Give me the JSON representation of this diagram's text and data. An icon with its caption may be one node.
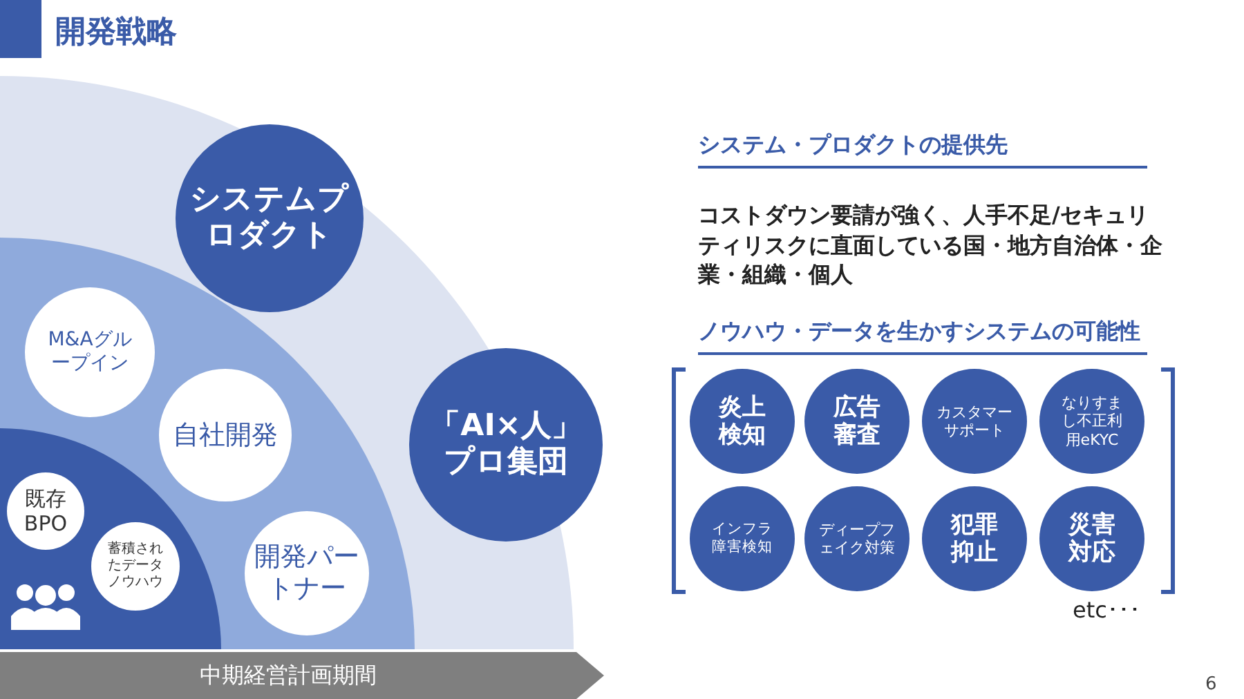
{
  "diagram": {
    "title": "開発戦略",
    "nodes": [
      {
        "text": [],
        "shape": "band"
      },
      {
        "text": [
          "システムプロダクト"
        ],
        "in": 0
      },
      {
        "text": [],
        "shape": "band",
        "in": 0
      },
      {
        "text": [
          "M&Aグループイン"
        ],
        "in": 2
      },
      {
        "text": [
          "自社開発"
        ],
        "in": 2
      },
      {
        "text": [],
        "shape": "band",
        "in": 2
      },
      {
        "text": [
          "既存BPO"
        ],
        "in": 5
      },
      {
        "text": [
          "蓄積されたデータノウハウ"
        ],
        "in": 5
      },
      {
        "text": [
          "開発パートナー"
        ],
        "in": 2
      },
      {
        "text": [
          "「AI×人」プロ集団"
        ],
        "in": 0
      },
      {
        "text": [
          "中期経営計画期間"
        ]
      },
      {
        "text": [
          "炎上検知"
        ]
      },
      {
        "text": [
          "広告審査"
        ]
      },
      {
        "text": [
          "カスタマーサポート"
        ]
      },
      {
        "text": [
          "なりすまし不正利用eKYC"
        ]
      },
      {
        "text": [
          "インフラ障害検知"
        ]
      },
      {
        "text": [
          "ディープフェイク対策"
        ]
      },
      {
        "text": [
          "犯罪抑止"
        ]
      },
      {
        "text": [
          "災害対応"
        ]
      }
    ],
    "edges": [],
    "labels": [
      "システム・プロダクトの提供先",
      "コストダウン要請が強く、人手不足/セキュリティリスクに直面している国・地方自治体・企業・組織・個人",
      "ノウハウ・データを生かすシステムの可能性",
      "etc･･･",
      "6"
    ]
  }
}
